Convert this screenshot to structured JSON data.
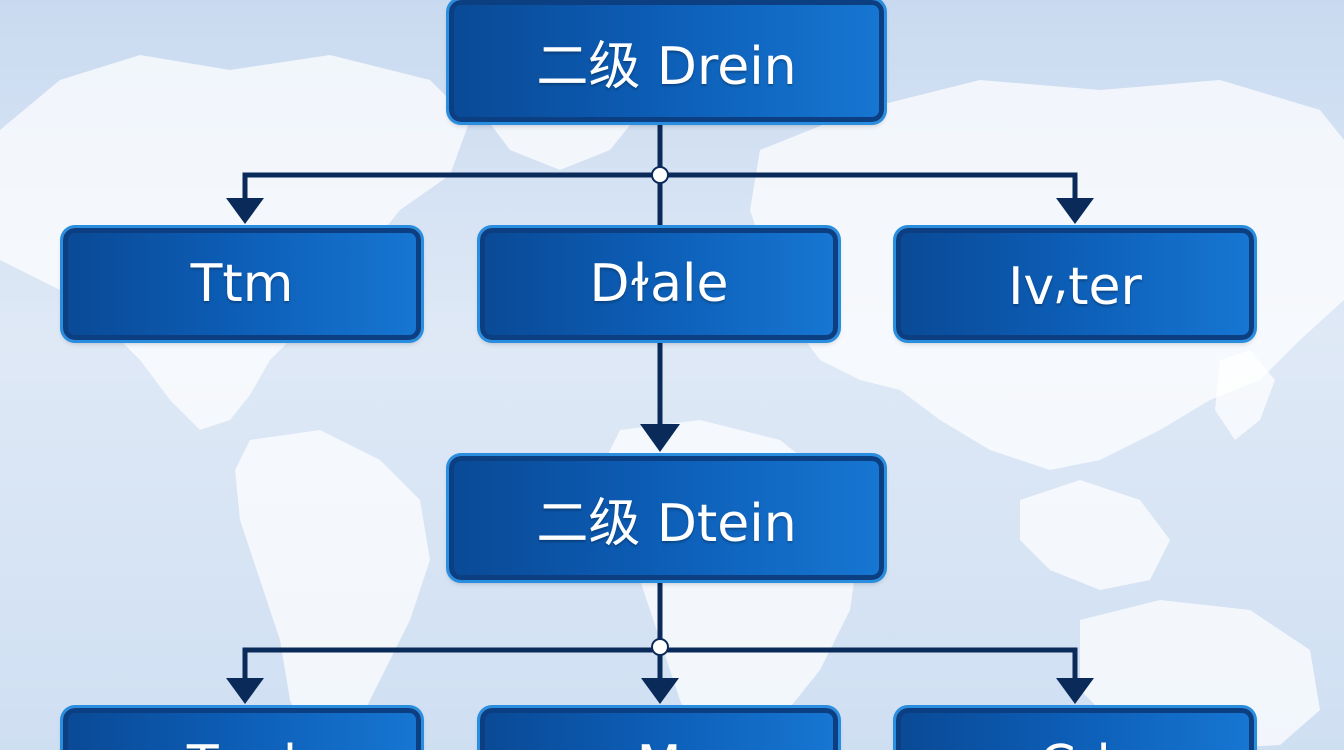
{
  "diagram": {
    "nodes": {
      "top": "二级 Drein",
      "left": "Ttm",
      "center": "Dɫale",
      "right": "Iv⸴ter",
      "middle": "二级 Dtein",
      "bottom_left": "Tn   l",
      "bottom_center": "M",
      "bottom_right": "C  l"
    }
  },
  "colors": {
    "node_fill": "#0c5cb4",
    "node_border": "#0c3f82",
    "node_glow": "#2a8ee0",
    "connector": "#0a2a5a",
    "background": "#d6e4f4",
    "map_land": "#ffffff"
  }
}
